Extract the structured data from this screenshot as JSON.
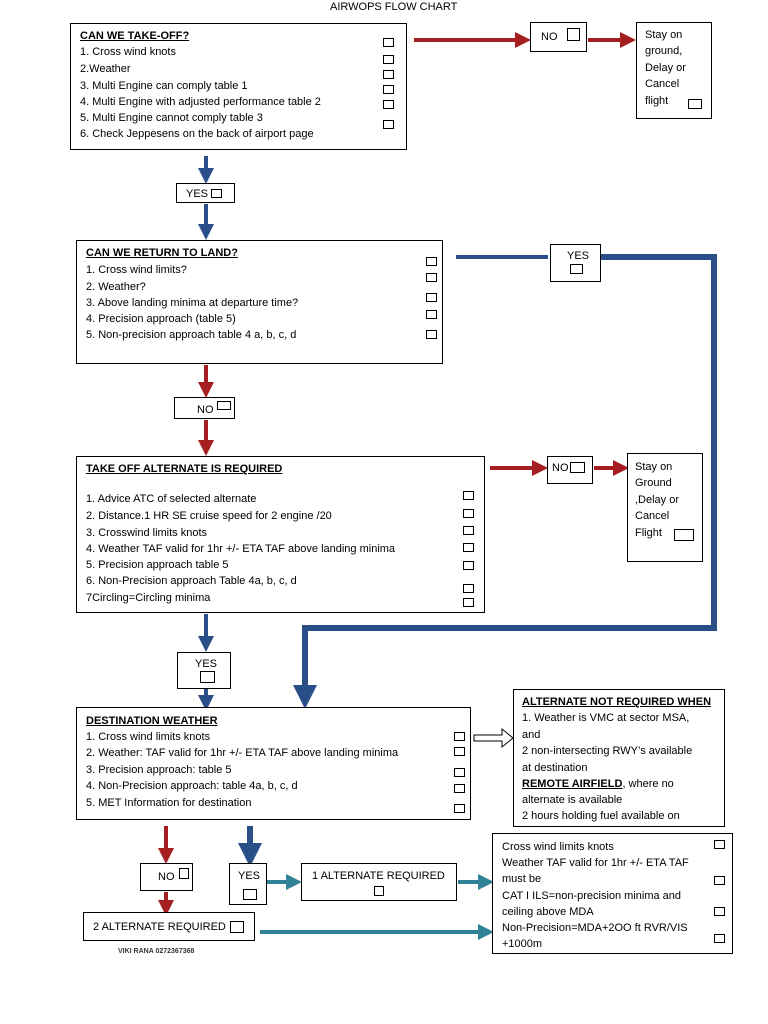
{
  "header": {
    "title": "AIRWOPS FLOW CHART"
  },
  "takeoff": {
    "title": "CAN WE TAKE-OFF?",
    "items": [
      "1. Cross wind knots",
      "2.Weather",
      "3. Multi Engine can comply table 1",
      "4. Multi Engine with adjusted performance table 2",
      "5. Multi Engine cannot comply table 3",
      "6. Check Jeppesens on the back of airport page"
    ]
  },
  "takeoff_no": {
    "label": "NO",
    "result_lines": [
      "Stay on",
      "ground,",
      "Delay or",
      "Cancel",
      "flight"
    ]
  },
  "yes1": "YES",
  "return": {
    "title": "CAN WE RETURN TO LAND?",
    "items": [
      "1. Cross wind limits?",
      "2. Weather?",
      "3. Above landing minima at departure time?",
      "4. Precision approach    (table 5)",
      "5. Non-precision approach    table 4 a, b, c, d"
    ]
  },
  "return_yes": "YES",
  "no2": "NO",
  "alternate": {
    "title": "TAKE OFF ALTERNATE IS REQUIRED",
    "items": [
      "1. Advice ATC of selected alternate",
      "2. Distance.1 HR SE cruise speed for 2 engine /20",
      "3. Crosswind limits knots",
      "4. Weather TAF valid for 1hr +/- ETA TAF above landing minima",
      "5. Precision approach table 5",
      "6. Non-Precision approach Table 4a, b, c, d",
      "7Circling=Circling minima"
    ]
  },
  "alternate_no": {
    "label": "NO",
    "result_lines": [
      "Stay on",
      "Ground",
      ",Delay or",
      "Cancel",
      "Flight"
    ]
  },
  "yes3": "YES",
  "destination": {
    "title": "DESTINATION WEATHER",
    "items": [
      "1. Cross wind limits knots",
      "2. Weather: TAF valid for 1hr +/- ETA TAF above landing minima",
      "3. Precision approach: table 5",
      "4. Non-Precision approach: table 4a, b, c, d",
      "5. MET Information for destination"
    ]
  },
  "not_required": {
    "title": "ALTERNATE NOT REQUIRED WHEN",
    "lines": [
      "1. Weather is VMC at sector MSA,",
      "and",
      "2 non-intersecting RWY’s available",
      "at destination"
    ],
    "remote_title": "REMOTE AIRFIELD",
    "remote_rest": ", where no",
    "remote_lines": [
      "alternate is available",
      "2 hours holding fuel available on"
    ]
  },
  "no4": "NO",
  "yes4": "YES",
  "one_alt": "1 ALTERNATE REQUIRED",
  "two_alt": "2 ALTERNATE REQUIRED",
  "final_box": {
    "lines": [
      "Cross wind limits    knots",
      "Weather TAF valid for 1hr +/- ETA TAF",
      "must be",
      "CAT I ILS=non-precision minima and",
      "ceiling above MDA",
      "Non-Precision=MDA+2OO ft RVR/VIS",
      "+1000m"
    ]
  },
  "footer": {
    "author": "VIKI RANA 0272367368"
  },
  "colors": {
    "red": "#a51e22",
    "blue": "#2a4f88",
    "teal": "#2f8396"
  }
}
